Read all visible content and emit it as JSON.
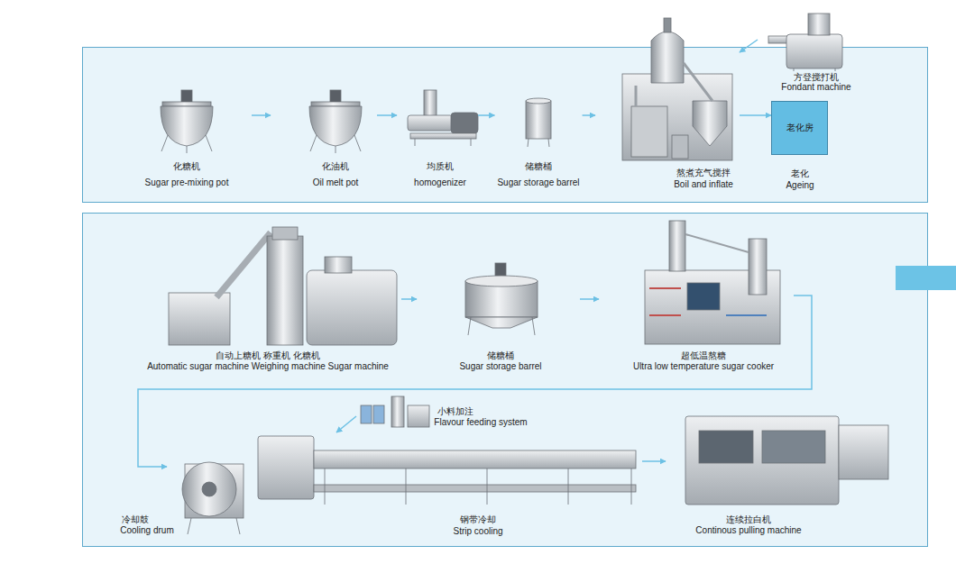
{
  "diagram": {
    "nodes": [
      {
        "text": [
          "化糖机",
          "Sugar pre-mixing pot"
        ]
      },
      {
        "text": [
          "化油机",
          "Oil melt pot"
        ]
      },
      {
        "text": [
          "均质机",
          "homogenizer"
        ]
      },
      {
        "text": [
          "储糖桶",
          "Sugar storage barrel"
        ]
      },
      {
        "text": [
          "熬煮充气搅拌",
          "Boil and inflate"
        ]
      },
      {
        "text": [
          "方登搅打机",
          "Fondant machine"
        ]
      },
      {
        "text": [
          "老化房",
          "老化",
          "Ageing"
        ]
      },
      {
        "text": [
          "自动上糖机 称重机 化糖机",
          "Automatic sugar machine Weighing machine Sugar machine"
        ]
      },
      {
        "text": [
          "储糖桶",
          "Sugar storage barrel"
        ]
      },
      {
        "text": [
          "超低温熬糖",
          "Ultra low temperature sugar cooker"
        ]
      },
      {
        "text": [
          "小料加注",
          "Flavour feeding system"
        ]
      },
      {
        "text": [
          "冷却鼓",
          "Cooling drum"
        ]
      },
      {
        "text": [
          "钢带冷却",
          "Strip cooling"
        ]
      },
      {
        "text": [
          "连续拉白机",
          "Continous pulling machine"
        ]
      }
    ],
    "edges": [
      {
        "from": 0,
        "to": 1,
        "arrow": "to"
      },
      {
        "from": 1,
        "to": 2,
        "arrow": "to"
      },
      {
        "from": 2,
        "to": 3,
        "arrow": "to"
      },
      {
        "from": 3,
        "to": 4,
        "arrow": "to"
      },
      {
        "from": 5,
        "to": 4,
        "arrow": "to"
      },
      {
        "from": 4,
        "to": 6,
        "arrow": "to"
      },
      {
        "from": 7,
        "to": 8,
        "arrow": "to"
      },
      {
        "from": 8,
        "to": 9,
        "arrow": "to"
      },
      {
        "from": 9,
        "to": 11,
        "arrow": "to"
      },
      {
        "from": 10,
        "to": 12,
        "arrow": "to"
      },
      {
        "from": 12,
        "to": 13,
        "arrow": "to"
      }
    ]
  }
}
